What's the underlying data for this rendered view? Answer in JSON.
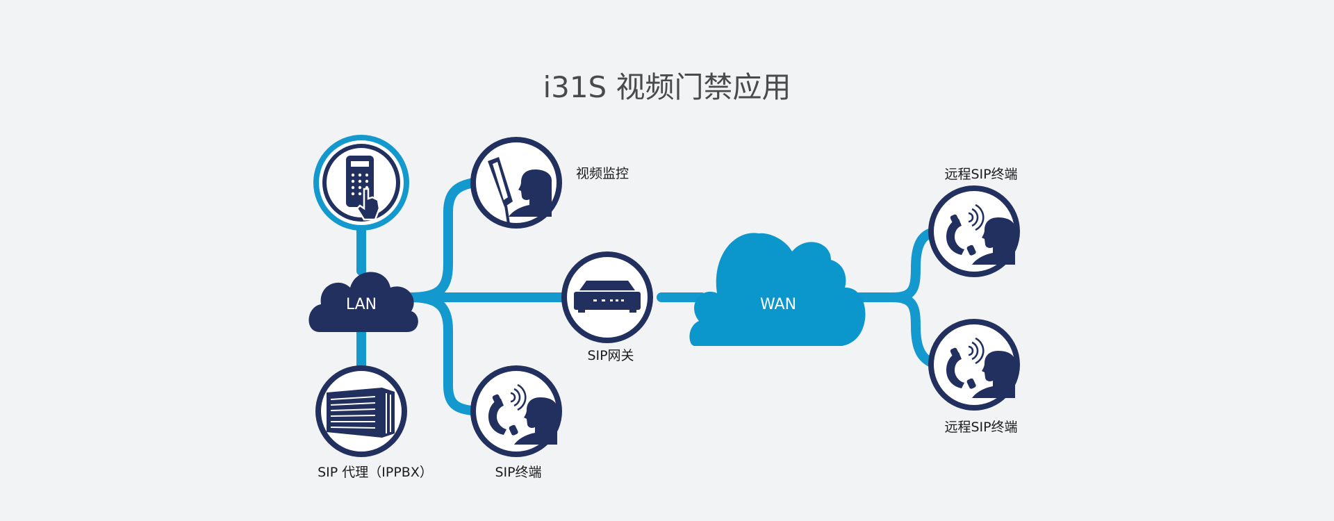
{
  "title": "i31S 视频门禁应用",
  "nodes": {
    "lan": "LAN",
    "wan": "WAN",
    "video_monitor": "视频监控",
    "sip_gateway": "SIP网关",
    "sip_proxy": "SIP 代理（IPPBX）",
    "sip_terminal": "SIP终端",
    "remote_top": "远程SIP终端",
    "remote_bottom": "远程SIP终端"
  },
  "colors": {
    "navy": "#22305f",
    "accent": "#1499cf",
    "background": "#f1f3f4"
  }
}
